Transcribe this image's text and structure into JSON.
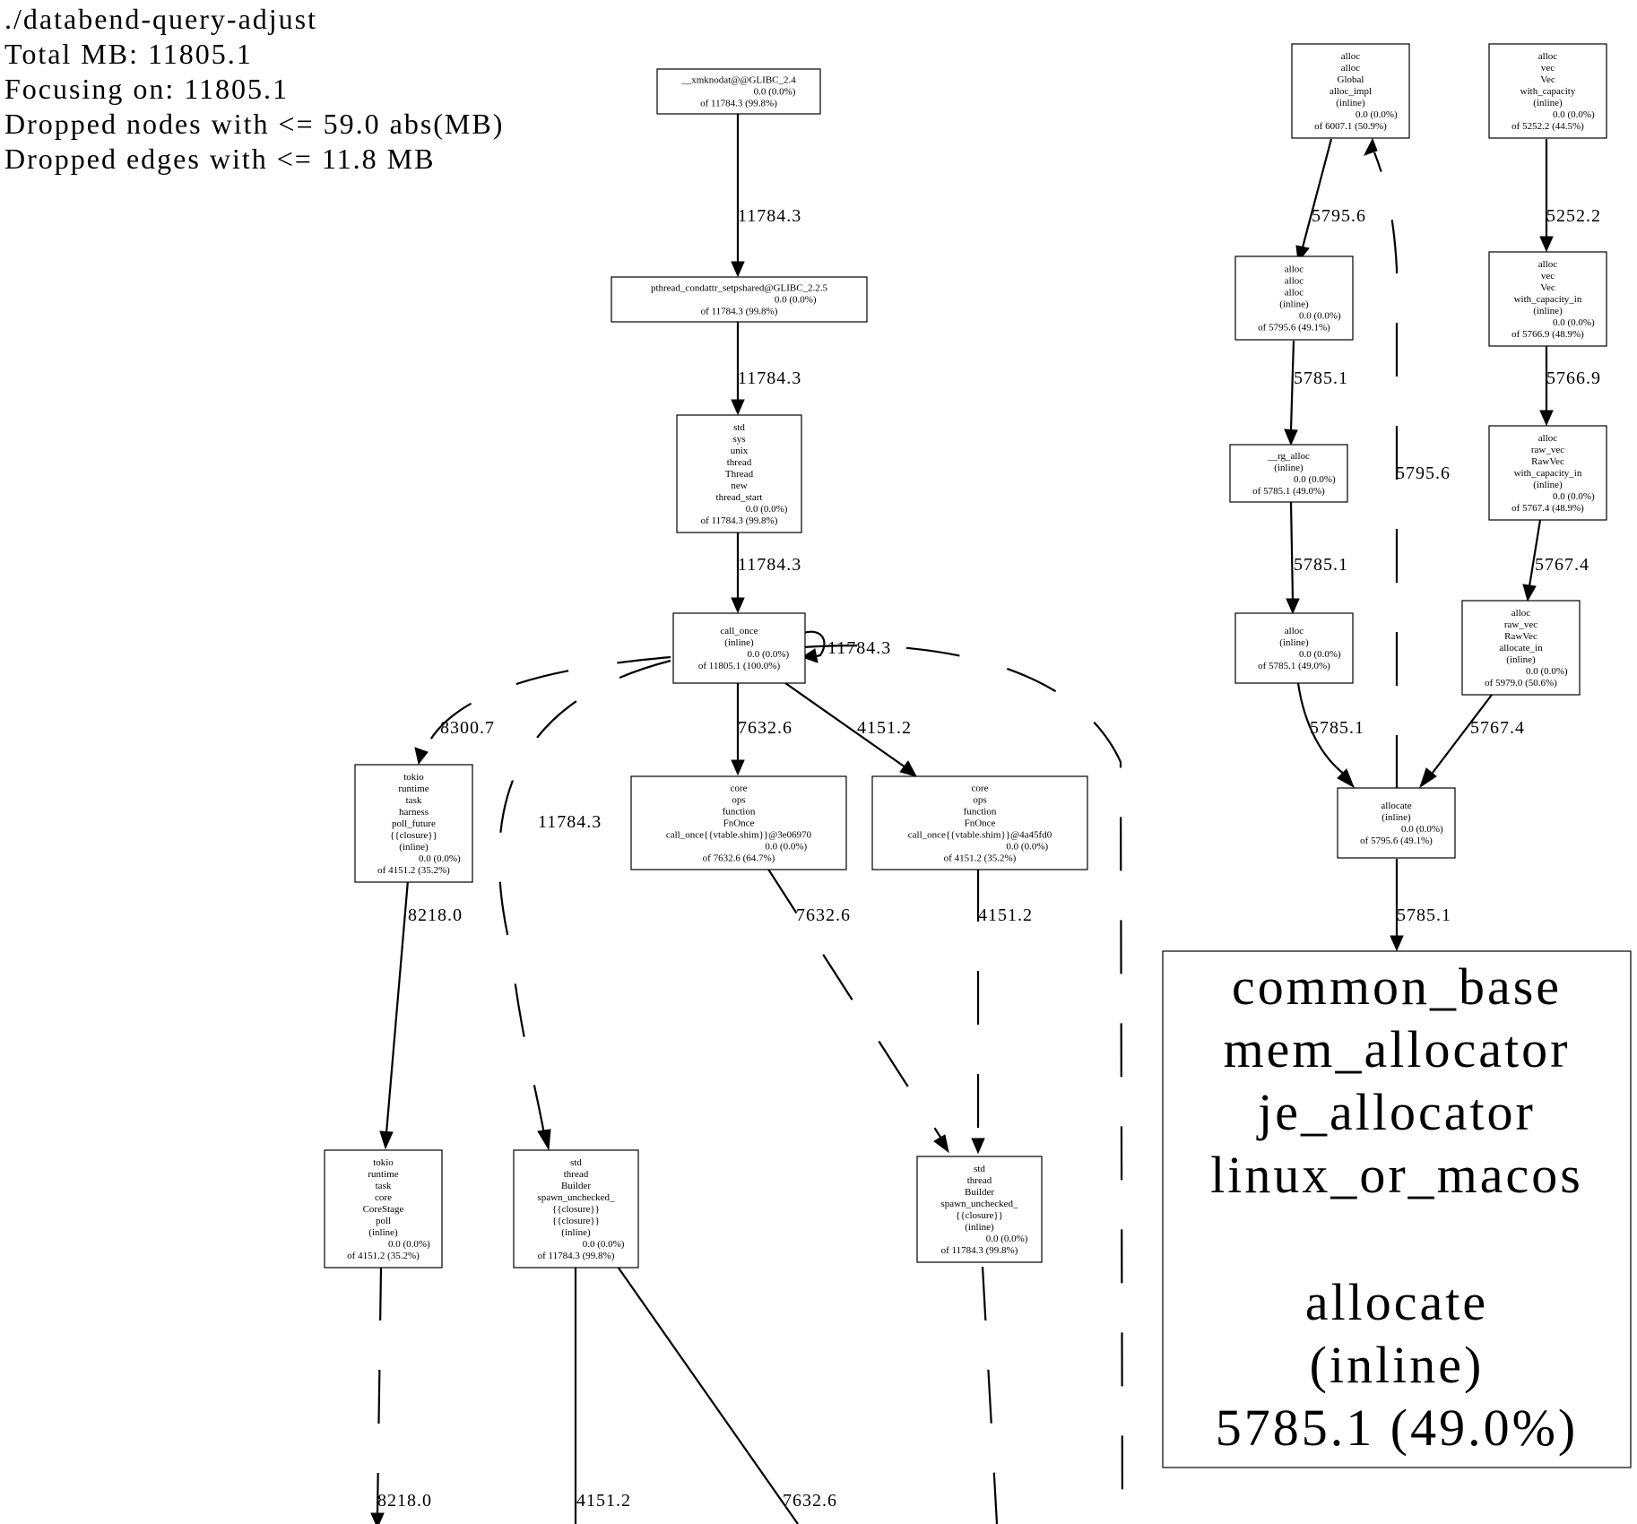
{
  "header": {
    "lines": [
      "./databend-query-adjust",
      "Total MB: 11805.1",
      "Focusing on: 11805.1",
      "Dropped nodes with <= 59.0 abs(MB)",
      "Dropped edges with <= 11.8 MB"
    ]
  },
  "nodes": {
    "xmknodat": [
      "__xmknodat@@GLIBC_2.4",
      "0.0 (0.0%)",
      "of 11784.3 (99.8%)"
    ],
    "pthread": [
      "pthread_condattr_setpshared@GLIBC_2.2.5",
      "0.0 (0.0%)",
      "of 11784.3 (99.8%)"
    ],
    "thread_start": [
      "std",
      "sys",
      "unix",
      "thread",
      "Thread",
      "new",
      "thread_start",
      "0.0 (0.0%)",
      "of 11784.3 (99.8%)"
    ],
    "call_once": [
      "call_once",
      "(inline)",
      "0.0 (0.0%)",
      "of 11805.1 (100.0%)"
    ],
    "poll_future": [
      "tokio",
      "runtime",
      "task",
      "harness",
      "poll_future",
      "{{closure}}",
      "(inline)",
      "0.0 (0.0%)",
      "of 4151.2 (35.2%)"
    ],
    "fnonce_a": [
      "core",
      "ops",
      "function",
      "FnOnce",
      "call_once{{vtable.shim}}@3e06970",
      "0.0 (0.0%)",
      "of 7632.6 (64.7%)"
    ],
    "fnonce_b": [
      "core",
      "ops",
      "function",
      "FnOnce",
      "call_once{{vtable.shim}}@4a45fd0",
      "0.0 (0.0%)",
      "of 4151.2 (35.2%)"
    ],
    "corestage": [
      "tokio",
      "runtime",
      "task",
      "core",
      "CoreStage",
      "poll",
      "(inline)",
      "0.0 (0.0%)",
      "of 4151.2 (35.2%)"
    ],
    "builder_a": [
      "std",
      "thread",
      "Builder",
      "spawn_unchecked_",
      "{{closure}}",
      "{{closure}}",
      "(inline)",
      "0.0 (0.0%)",
      "of 11784.3 (99.8%)"
    ],
    "builder_b": [
      "std",
      "thread",
      "Builder",
      "spawn_unchecked_",
      "{{closure}}",
      "(inline)",
      "0.0 (0.0%)",
      "of 11784.3 (99.8%)"
    ],
    "alloc_global": [
      "alloc",
      "alloc",
      "Global",
      "alloc_impl",
      "(inline)",
      "0.0 (0.0%)",
      "of 6007.1 (50.9%)"
    ],
    "vec_with_capacity": [
      "alloc",
      "vec",
      "Vec",
      "with_capacity",
      "(inline)",
      "0.0 (0.0%)",
      "of 5252.2 (44.5%)"
    ],
    "alloc_alloc_alloc": [
      "alloc",
      "alloc",
      "alloc",
      "(inline)",
      "0.0 (0.0%)",
      "of 5795.6 (49.1%)"
    ],
    "vec_with_capacity_in": [
      "alloc",
      "vec",
      "Vec",
      "with_capacity_in",
      "(inline)",
      "0.0 (0.0%)",
      "of 5766.9 (48.9%)"
    ],
    "rg_alloc": [
      "__rg_alloc",
      "(inline)",
      "0.0 (0.0%)",
      "of 5785.1 (49.0%)"
    ],
    "rawvec_wci": [
      "alloc",
      "raw_vec",
      "RawVec",
      "with_capacity_in",
      "(inline)",
      "0.0 (0.0%)",
      "of 5767.4 (48.9%)"
    ],
    "alloc_inline": [
      "alloc",
      "(inline)",
      "0.0 (0.0%)",
      "of 5785.1 (49.0%)"
    ],
    "rawvec_alloc": [
      "alloc",
      "raw_vec",
      "RawVec",
      "allocate_in",
      "(inline)",
      "0.0 (0.0%)",
      "of 5979.0 (50.6%)"
    ],
    "allocate": [
      "allocate",
      "(inline)",
      "0.0 (0.0%)",
      "of 5795.6 (49.1%)"
    ],
    "big": [
      "common_base",
      "mem_allocator",
      "je_allocator",
      "linux_or_macos",
      "",
      "allocate",
      "(inline)",
      "5785.1 (49.0%)"
    ]
  },
  "edges": [
    {
      "from": "xmknodat",
      "to": "pthread",
      "label": "11784.3"
    },
    {
      "from": "pthread",
      "to": "thread_start",
      "label": "11784.3"
    },
    {
      "from": "thread_start",
      "to": "call_once",
      "label": "11784.3"
    },
    {
      "from": "call_once",
      "to": "call_once",
      "label": "11784.3"
    },
    {
      "from": "call_once",
      "to": "poll_future",
      "label": "8300.7"
    },
    {
      "from": "call_once",
      "to": "builder_a",
      "label": "11784.3"
    },
    {
      "from": "call_once",
      "to": "fnonce_a",
      "label": "7632.6"
    },
    {
      "from": "call_once",
      "to": "fnonce_b",
      "label": "4151.2"
    },
    {
      "from": "poll_future",
      "to": "corestage",
      "label": "8218.0"
    },
    {
      "from": "fnonce_a",
      "to": "builder_b",
      "label": "7632.6"
    },
    {
      "from": "fnonce_b",
      "to": "builder_b",
      "label": "4151.2"
    },
    {
      "from": "corestage",
      "to": "offscreen",
      "label": "8218.0"
    },
    {
      "from": "builder_a",
      "to": "offscreen",
      "label": "4151.2"
    },
    {
      "from": "builder_a",
      "to": "offscreen",
      "label": "7632.6"
    },
    {
      "from": "alloc_global",
      "to": "alloc_alloc_alloc",
      "label": "5795.6"
    },
    {
      "from": "allocate",
      "to": "alloc_global",
      "label": "5795.6"
    },
    {
      "from": "vec_with_capacity",
      "to": "vec_with_capacity_in",
      "label": "5252.2"
    },
    {
      "from": "alloc_alloc_alloc",
      "to": "rg_alloc",
      "label": "5785.1"
    },
    {
      "from": "vec_with_capacity_in",
      "to": "rawvec_wci",
      "label": "5766.9"
    },
    {
      "from": "rg_alloc",
      "to": "alloc_inline",
      "label": "5785.1"
    },
    {
      "from": "rawvec_wci",
      "to": "rawvec_alloc",
      "label": "5767.4"
    },
    {
      "from": "alloc_inline",
      "to": "allocate",
      "label": "5785.1"
    },
    {
      "from": "rawvec_alloc",
      "to": "allocate",
      "label": "5767.4"
    },
    {
      "from": "allocate",
      "to": "big",
      "label": "5785.1"
    }
  ]
}
